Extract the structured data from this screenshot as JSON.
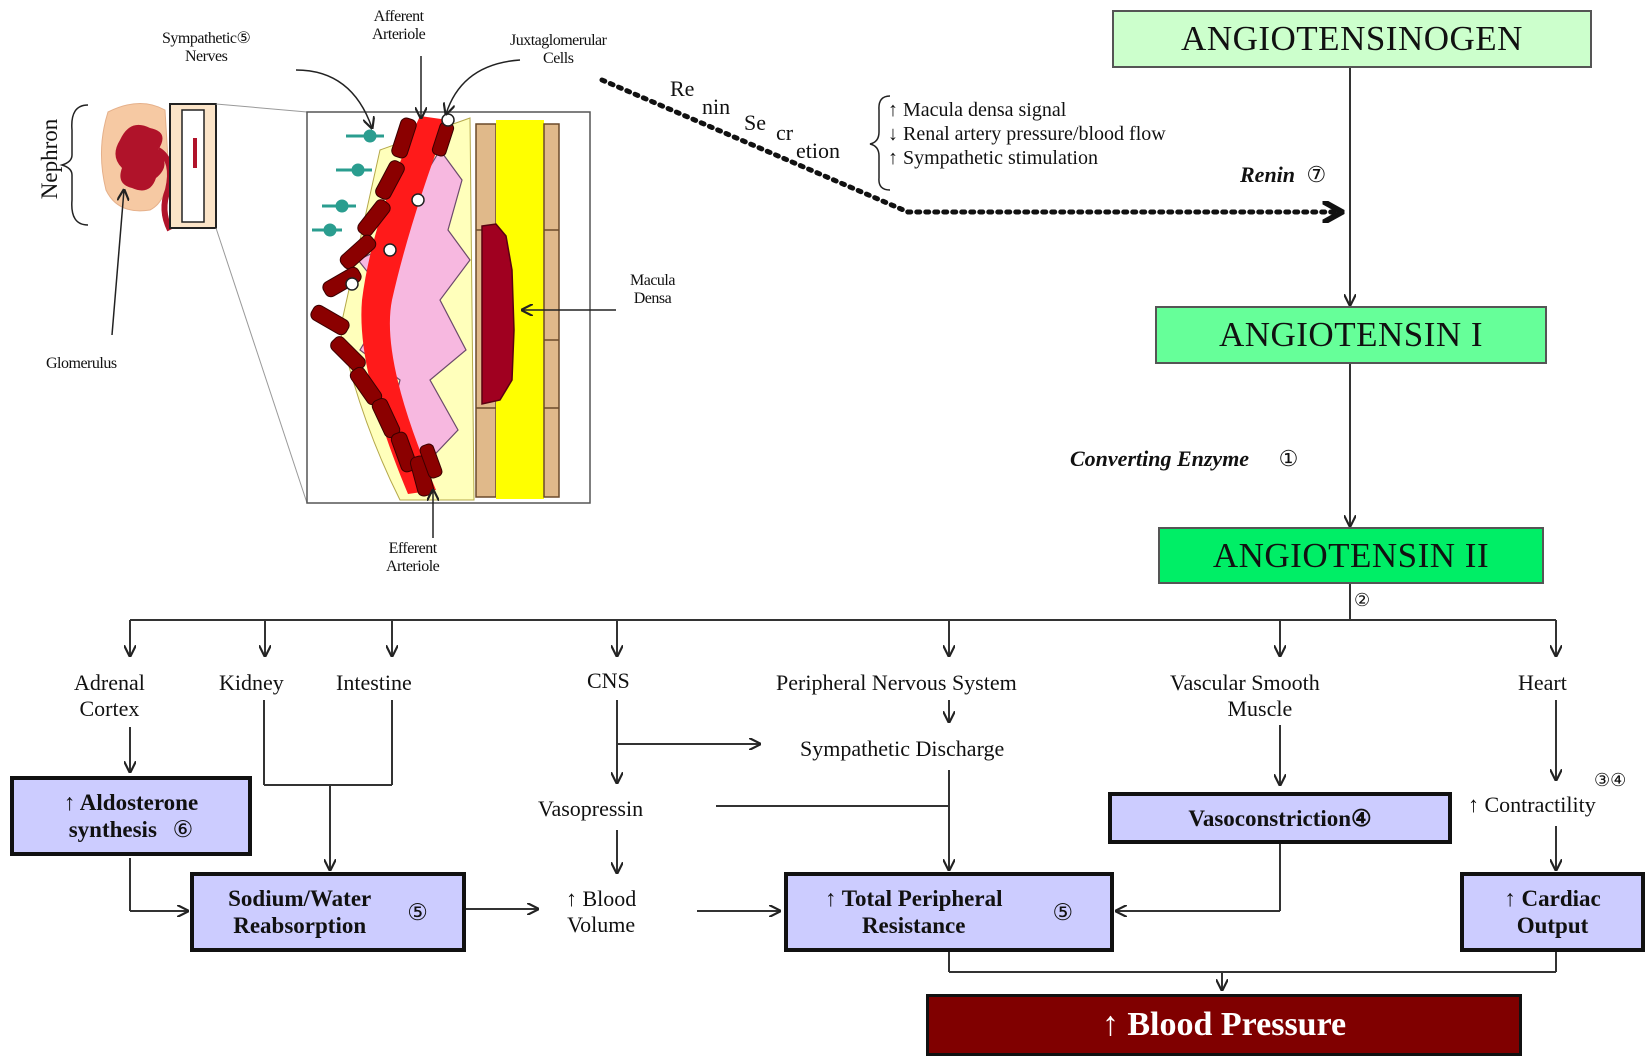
{
  "cascade": {
    "angiotensinogen": "ANGIOTENSINOGEN",
    "angiotensin_1": "ANGIOTENSIN I",
    "angiotensin_2": "ANGIOTENSIN II",
    "renin_label": "Renin",
    "renin_marker": "⑦",
    "converting_enzyme_label": "Converting Enzyme",
    "converting_enzyme_marker": "①",
    "ang2_marker": "②",
    "colors": {
      "angiotensinogen": "#ccffcc",
      "angiotensin_1": "#66ff99",
      "angiotensin_2": "#00ee66"
    }
  },
  "renin_secretion": {
    "word_parts": [
      "Re",
      "nin",
      "Se",
      "cr",
      "etion"
    ],
    "triggers": [
      "↑ Macula densa signal",
      "↓ Renal artery pressure/blood flow",
      "↑ Sympathetic stimulation"
    ]
  },
  "anatomy": {
    "nephron": "Nephron",
    "glomerulus": "Glomerulus",
    "sympathetic_nerves": [
      "Sympathetic⑤",
      "Nerves"
    ],
    "afferent_arteriole": [
      "Afferent",
      "Arteriole"
    ],
    "juxtaglomerular_cells": [
      "Juxtaglomerular",
      "Cells"
    ],
    "macula_densa": [
      "Macula",
      "Densa"
    ],
    "efferent_arteriole": [
      "Efferent",
      "Arteriole"
    ]
  },
  "targets": {
    "adrenal_cortex": [
      "Adrenal",
      "Cortex"
    ],
    "kidney": "Kidney",
    "intestine": "Intestine",
    "cns": "CNS",
    "peripheral_nervous_system": "Peripheral Nervous System",
    "vascular_smooth_muscle": [
      "Vascular Smooth",
      "Muscle"
    ],
    "heart": "Heart"
  },
  "intermediates": {
    "sympathetic_discharge": "Sympathetic Discharge",
    "vasopressin": "Vasopressin",
    "blood_volume": [
      "↑ Blood",
      "Volume"
    ],
    "contractility": "↑ Contractility",
    "contractility_markers": "③④"
  },
  "effects": {
    "aldosterone": [
      "↑ Aldosterone",
      "synthesis"
    ],
    "aldosterone_marker": "⑥",
    "sodium_water": [
      "Sodium/Water",
      "Reabsorption"
    ],
    "sodium_water_marker": "⑤",
    "vasoconstriction": "Vasoconstriction④",
    "total_peripheral_resistance": [
      "↑ Total Peripheral",
      "Resistance"
    ],
    "tpr_marker": "⑤",
    "cardiac_output": [
      "↑ Cardiac",
      "Output"
    ],
    "effect_color": "#ccccff"
  },
  "outcome": {
    "blood_pressure": "↑ Blood Pressure",
    "color": "#800000"
  }
}
